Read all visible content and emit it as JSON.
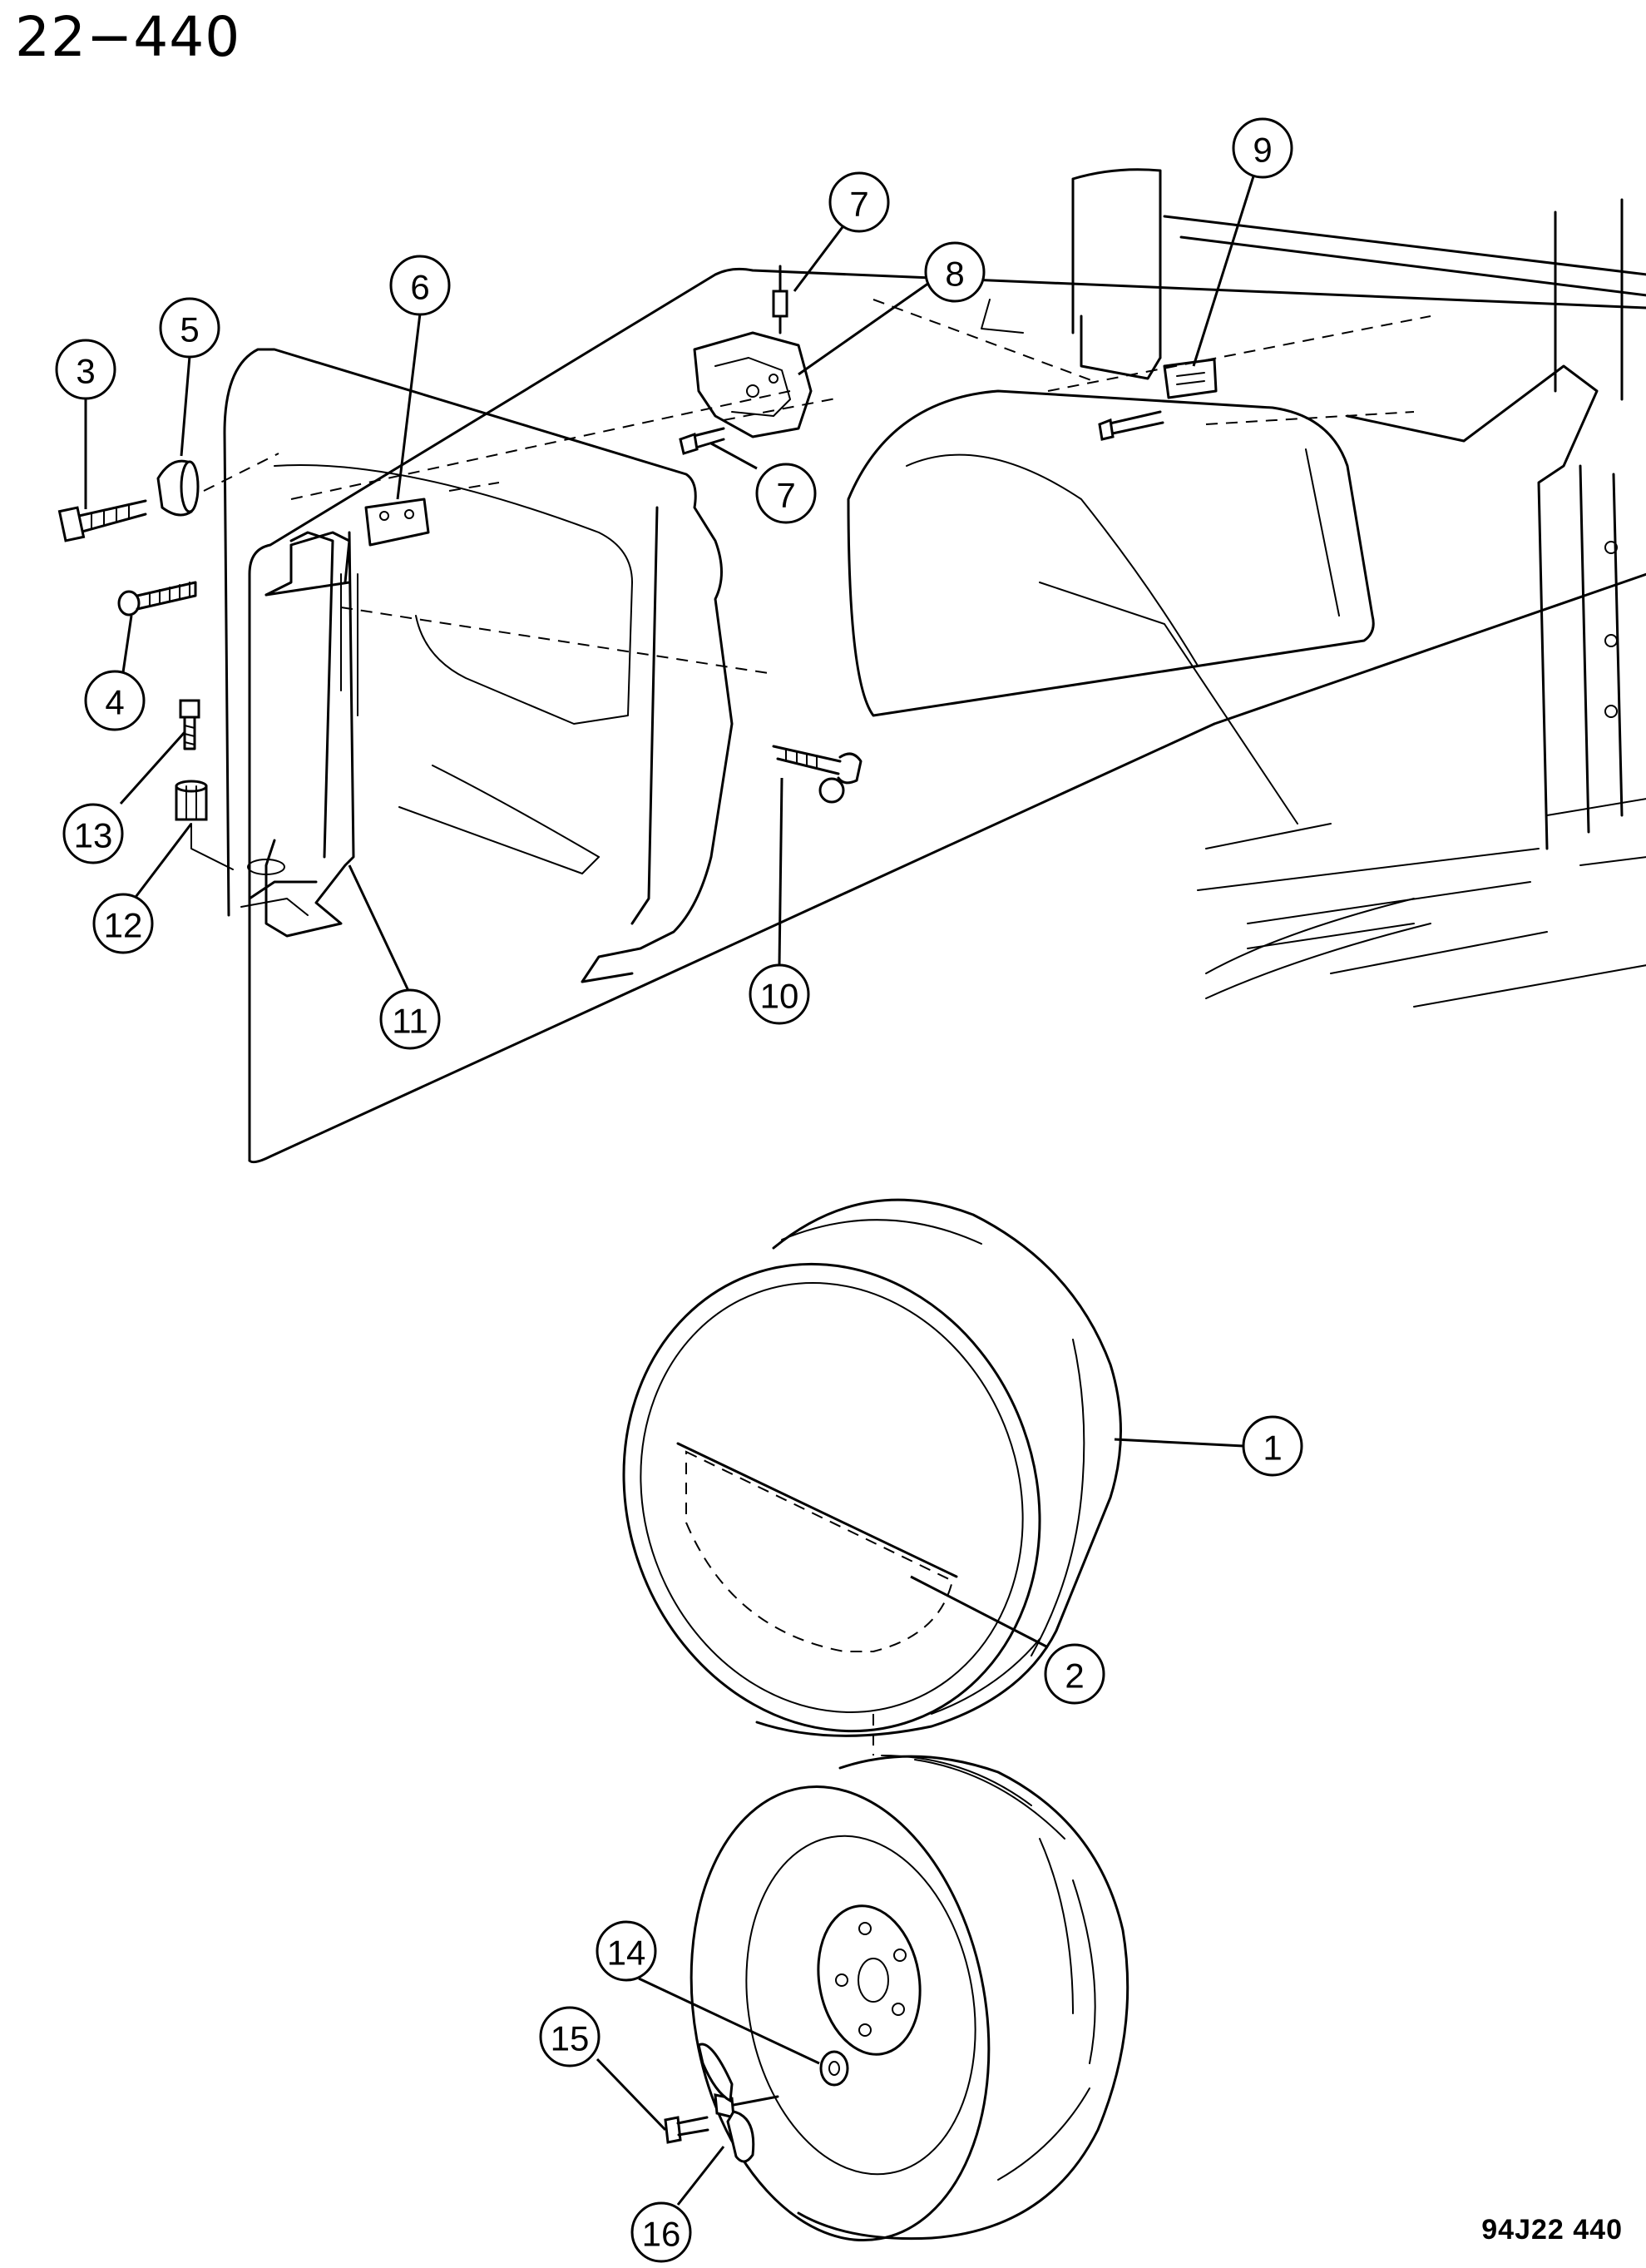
{
  "page": {
    "title": "22−440",
    "figure_code": "94J22 440"
  },
  "callouts": [
    {
      "id": "callout-1",
      "number": "1",
      "label": "1"
    },
    {
      "id": "callout-2",
      "number": "2",
      "label": "2"
    },
    {
      "id": "callout-3",
      "number": "3",
      "label": "3"
    },
    {
      "id": "callout-4",
      "number": "4",
      "label": "4"
    },
    {
      "id": "callout-5",
      "number": "5",
      "label": "5"
    },
    {
      "id": "callout-6",
      "number": "6",
      "label": "6"
    },
    {
      "id": "callout-7a",
      "number": "7",
      "label": "7"
    },
    {
      "id": "callout-7b",
      "number": "7",
      "label": "7"
    },
    {
      "id": "callout-8",
      "number": "8",
      "label": "8"
    },
    {
      "id": "callout-9",
      "number": "9",
      "label": "9"
    },
    {
      "id": "callout-10",
      "number": "10",
      "label": "10"
    },
    {
      "id": "callout-11",
      "number": "11",
      "label": "11"
    },
    {
      "id": "callout-12",
      "number": "12",
      "label": "12"
    },
    {
      "id": "callout-13",
      "number": "13",
      "label": "13"
    },
    {
      "id": "callout-14",
      "number": "14",
      "label": "14"
    },
    {
      "id": "callout-15",
      "number": "15",
      "label": "15"
    },
    {
      "id": "callout-16",
      "number": "16",
      "label": "16"
    }
  ]
}
